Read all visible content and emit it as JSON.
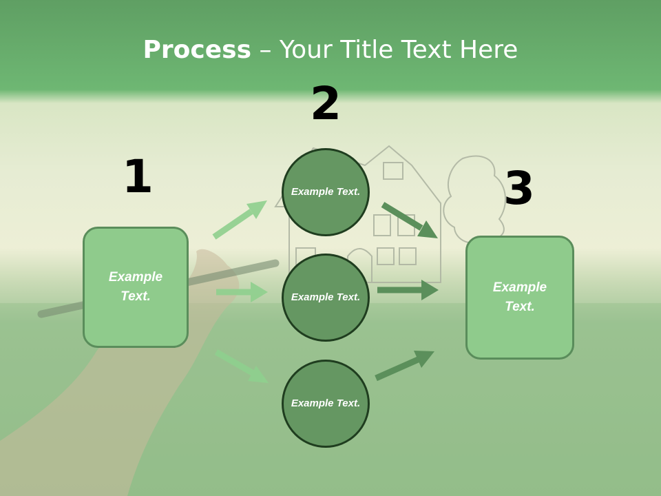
{
  "slide": {
    "title_bold": "Process",
    "title_rest": " – Your Title Text Here",
    "steps": [
      {
        "number": "1",
        "label": "Example Text."
      },
      {
        "number": "2",
        "items": [
          {
            "label": "Example Text."
          },
          {
            "label": "Example Text."
          },
          {
            "label": "Example Text."
          }
        ]
      },
      {
        "number": "3",
        "label": "Example Text."
      }
    ]
  },
  "colors": {
    "header_green": "#6eb773",
    "box_fill": "#8fcb8c",
    "circle_fill": "#659762",
    "arrow_light": "#8fd08e",
    "arrow_dark": "#5b8f5b"
  }
}
